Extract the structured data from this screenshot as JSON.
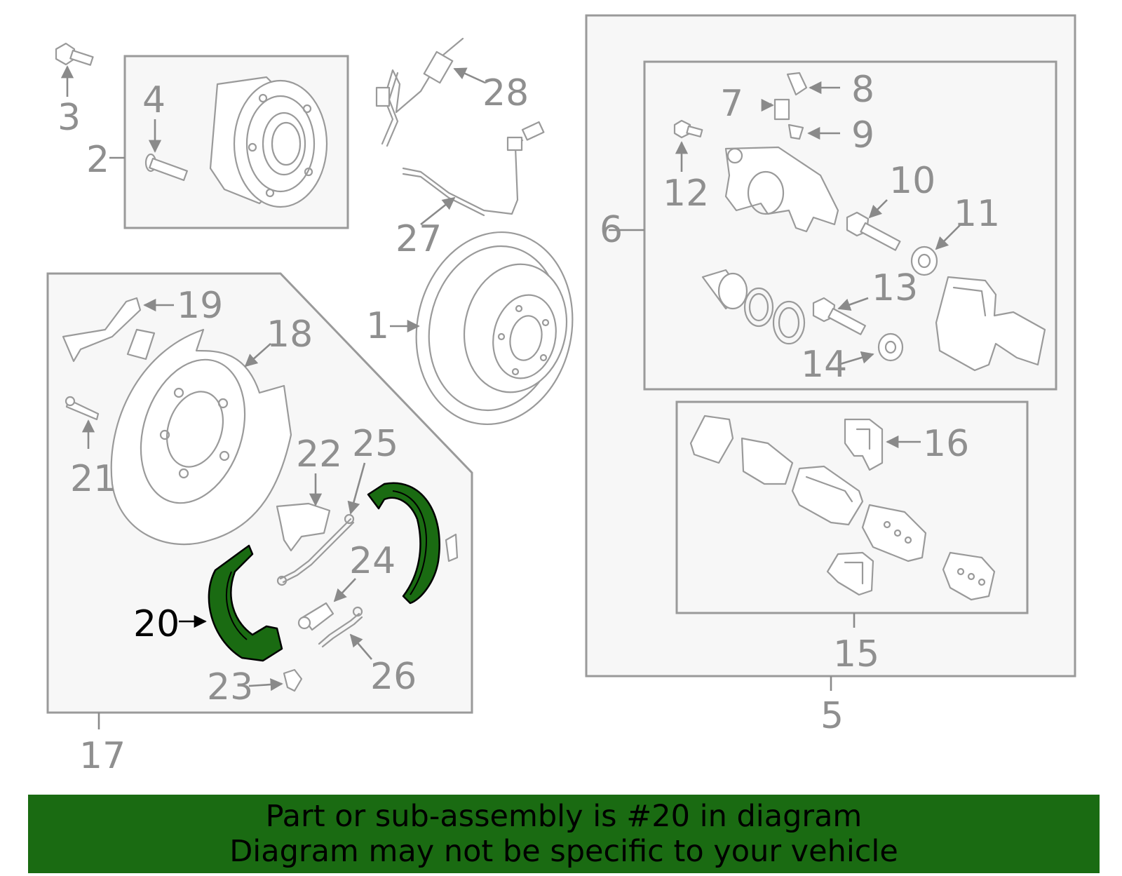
{
  "labels": {
    "p1": "1",
    "p2": "2",
    "p3": "3",
    "p4": "4",
    "p5": "5",
    "p6": "6",
    "p7": "7",
    "p8": "8",
    "p9": "9",
    "p10": "10",
    "p11": "11",
    "p12": "12",
    "p13": "13",
    "p14": "14",
    "p15": "15",
    "p16": "16",
    "p17": "17",
    "p18": "18",
    "p19": "19",
    "p20": "20",
    "p21": "21",
    "p22": "22",
    "p23": "23",
    "p24": "24",
    "p25": "25",
    "p26": "26",
    "p27": "27",
    "p28": "28"
  },
  "highlight": {
    "part": "20",
    "color": "#1a6b12"
  },
  "banner": {
    "line1": "Part or sub-assembly is #20 in diagram",
    "line2": "Diagram may not be specific to your vehicle",
    "color": "#1a6b12"
  }
}
